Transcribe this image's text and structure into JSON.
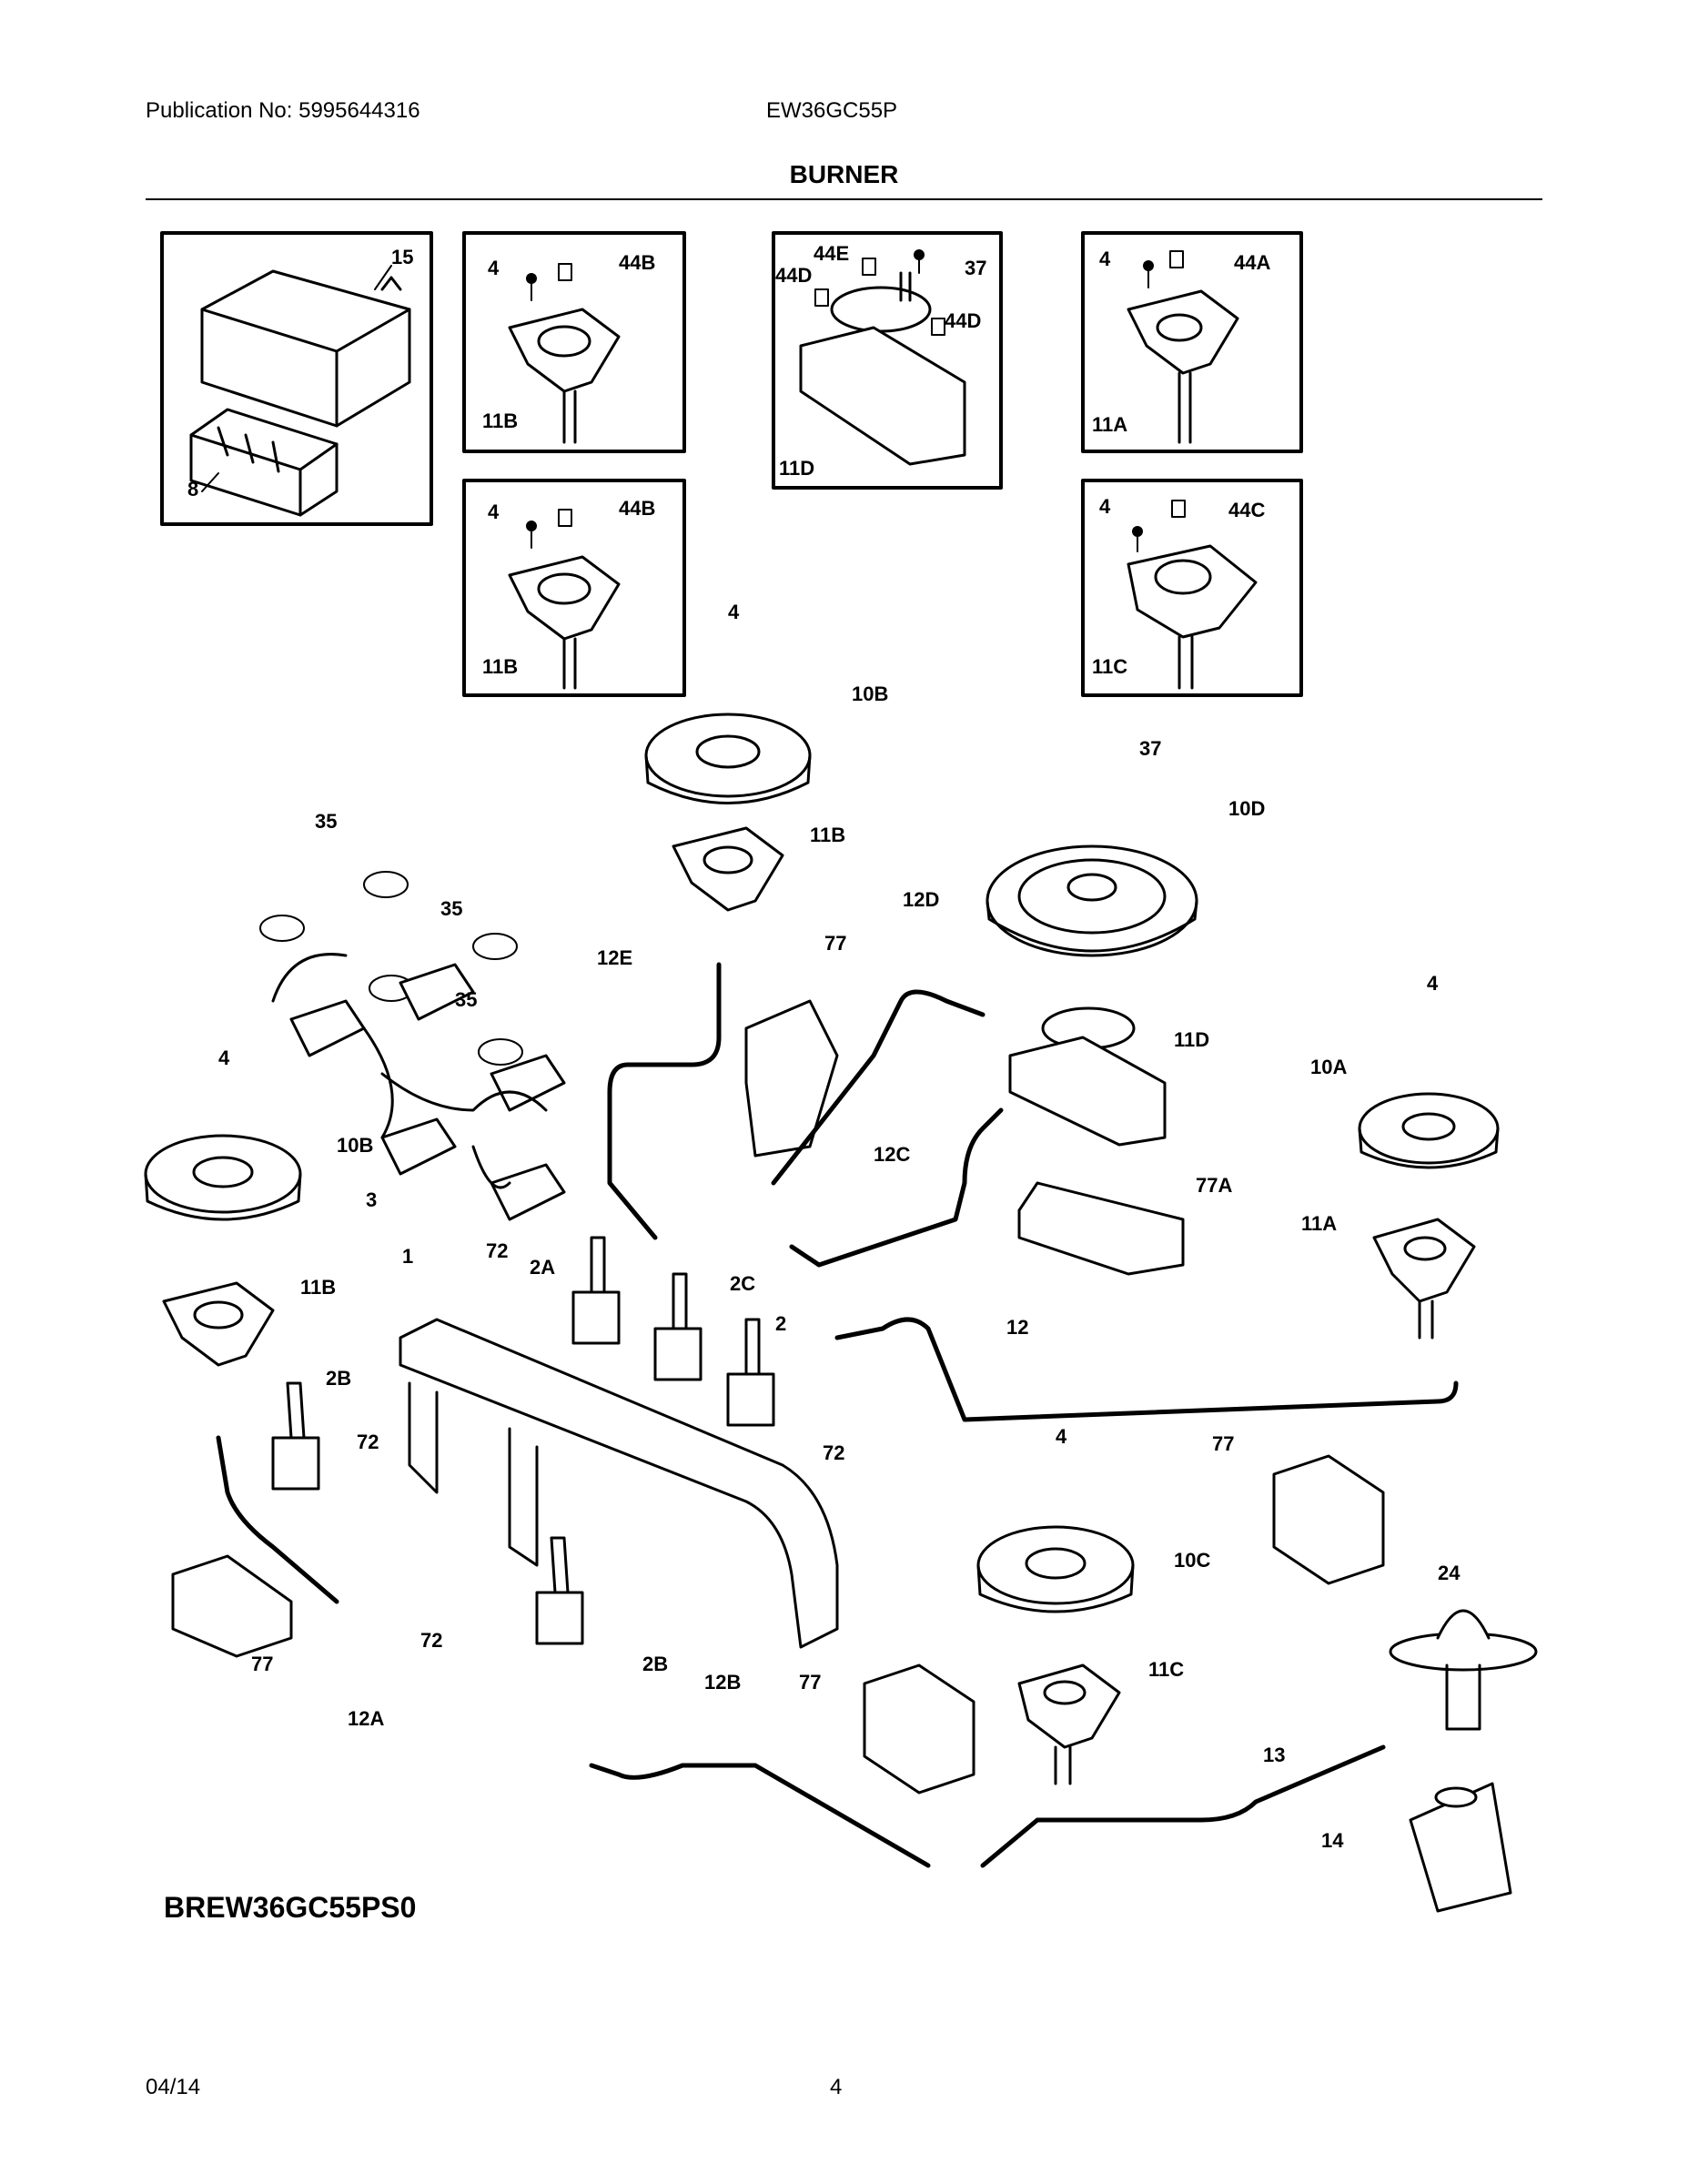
{
  "header": {
    "publication": "Publication No: 5995644316",
    "model_code": "EW36GC55P",
    "title": "BURNER"
  },
  "footer": {
    "date": "04/14",
    "page": "4",
    "diagram_id": "BREW36GC55PS0"
  },
  "callouts": {
    "c15": "15",
    "c8": "8",
    "c4a": "4",
    "c44b1": "44B",
    "c11b1": "11B",
    "c44e": "44E",
    "c44d1": "44D",
    "c37a": "37",
    "c44d2": "44D",
    "c11d1": "11D",
    "c4b": "4",
    "c44a": "44A",
    "c11a1": "11A",
    "c4c": "4",
    "c44b2": "44B",
    "c11b2": "11B",
    "c4d": "4",
    "c44c": "44C",
    "c11c1": "11C",
    "c4e": "4",
    "c10b1": "10B",
    "c11b3": "11B",
    "c37b": "37",
    "c10d": "10D",
    "c12d": "12D",
    "c77a1": "77",
    "c11d2": "11D",
    "c35a": "35",
    "c35b": "35",
    "c35c": "35",
    "c12e": "12E",
    "c12c": "12C",
    "c77a": "77A",
    "c4f": "4",
    "c10b2": "10B",
    "c3": "3",
    "c4g": "4",
    "c10a": "10A",
    "c11a2": "11A",
    "c1": "1",
    "c72a": "72",
    "c2a": "2A",
    "c2c": "2C",
    "c2": "2",
    "c11b4": "11B",
    "c2b1": "2B",
    "c72b": "72",
    "c12": "12",
    "c72c": "72",
    "c77b": "77",
    "c4h": "4",
    "c10c": "10C",
    "c24": "24",
    "c77c": "77",
    "c72d": "72",
    "c2b2": "2B",
    "c12a": "12A",
    "c12b": "12B",
    "c77d": "77",
    "c11c2": "11C",
    "c13": "13",
    "c14": "14"
  }
}
